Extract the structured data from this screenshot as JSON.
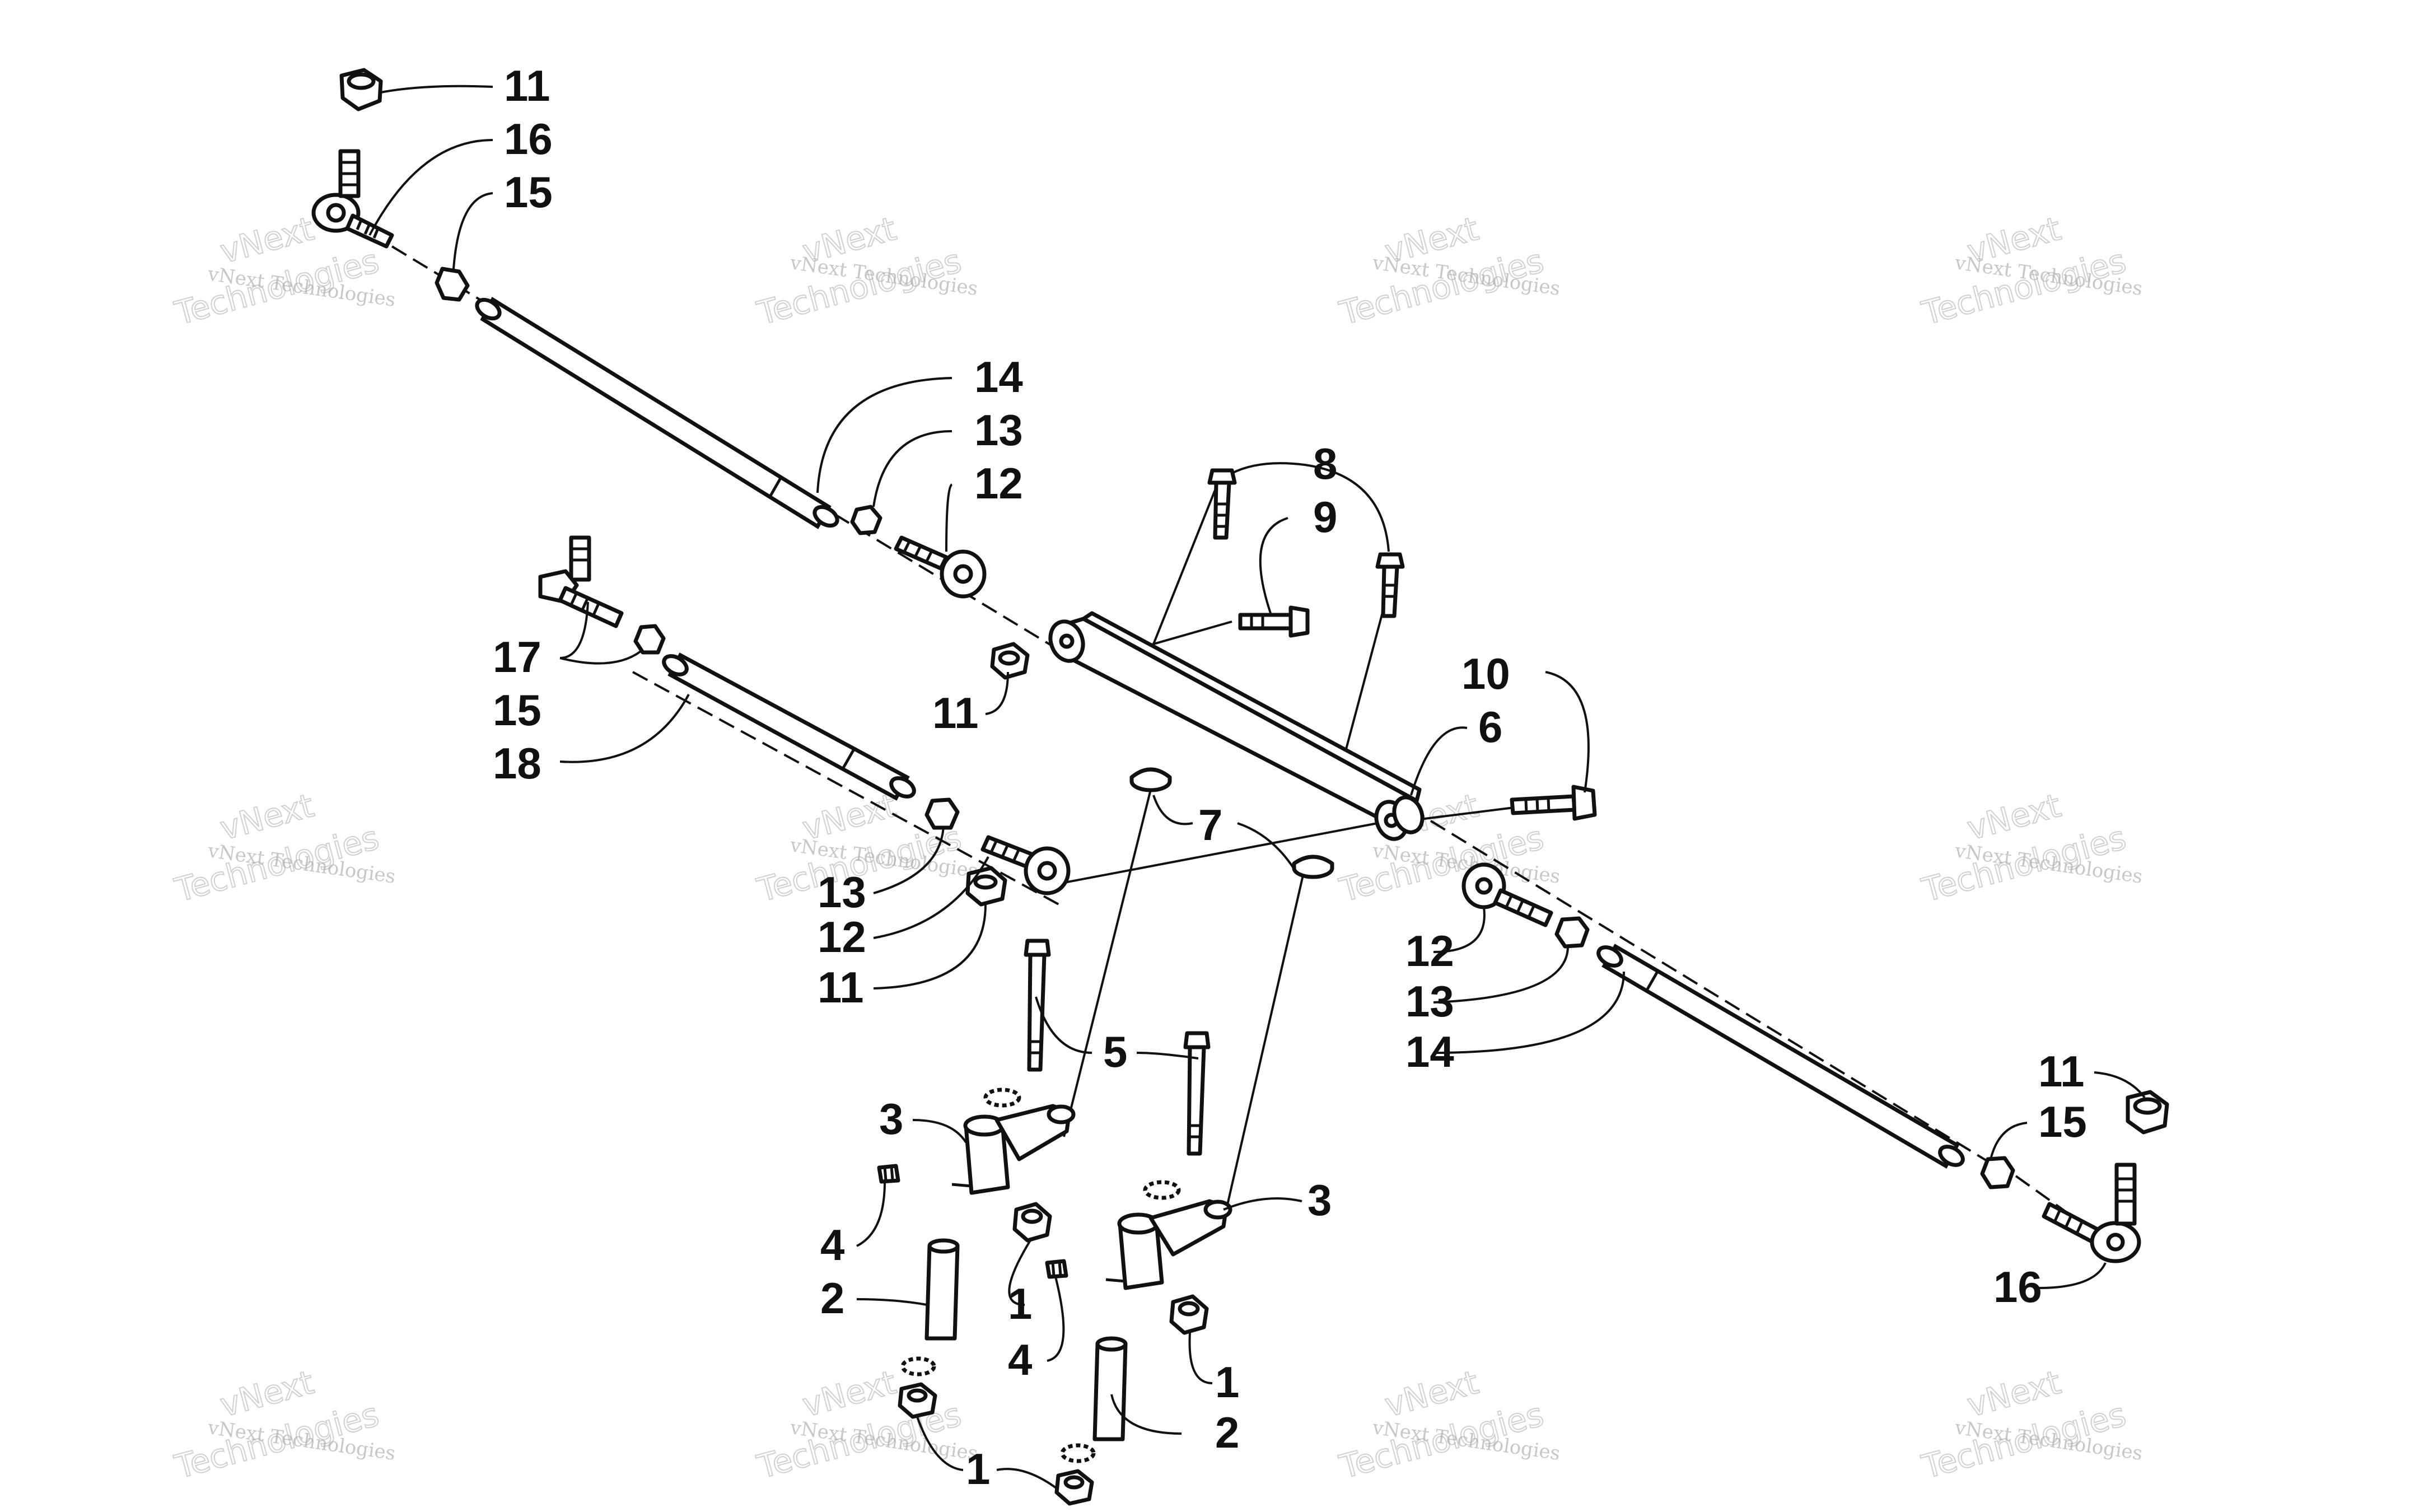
{
  "watermark": {
    "brand_word": "vNext",
    "line_main": "vNext Technologies",
    "line_big": "Technologies"
  },
  "callouts": {
    "c11_top": "11",
    "c16_top": "16",
    "c15_top": "15",
    "c14_top": "14",
    "c13_top": "13",
    "c12_top": "12",
    "c8": "8",
    "c9": "9",
    "c17": "17",
    "c15_mid": "15",
    "c18": "18",
    "c11_mid": "11",
    "c10": "10",
    "c6": "6",
    "c7": "7",
    "c13_low": "13",
    "c12_low": "12",
    "c11_low": "11",
    "c5": "5",
    "c3_left": "3",
    "c3_right": "3",
    "c4_left": "4",
    "c4_right": "4",
    "c2_left": "2",
    "c2_right": "2",
    "c1_left": "1",
    "c1_right": "1",
    "c1_bottom": "1",
    "c12_right": "12",
    "c13_right": "13",
    "c14_right": "14",
    "c11_right": "11",
    "c15_right": "15",
    "c16_right": "16"
  }
}
